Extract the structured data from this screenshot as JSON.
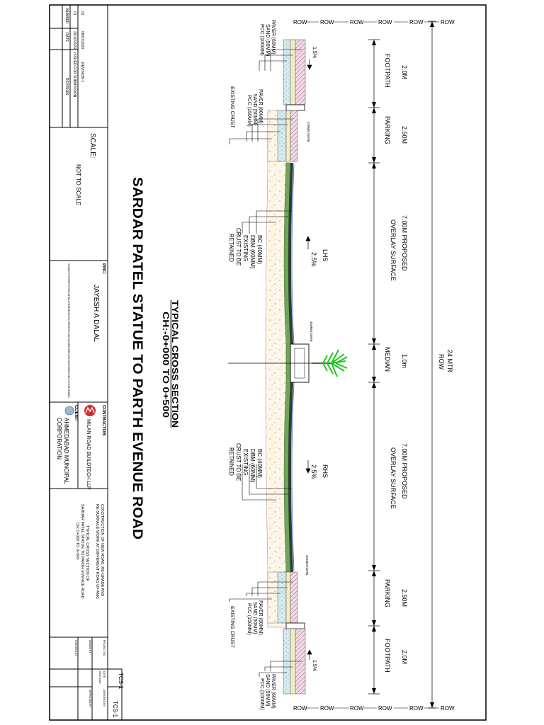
{
  "row_label": "ROW",
  "dimensions": {
    "total": "24 MTR",
    "total_unit": "ROW",
    "footpath_width": "2.0M",
    "footpath_label": "FOOTPATH",
    "parking_width": "2.50M",
    "parking_label": "PARKING",
    "overlay_width": "7.00M PROPOSED",
    "overlay_label": "OVERLAY SURFACE",
    "median_width": "1.0m",
    "median_label": "MEDIAN"
  },
  "slopes": {
    "lhs_label": "LHS",
    "lhs_slope": "2.5%",
    "rhs_label": "RHS",
    "rhs_slope": "2.5%",
    "footpath_slope": "1.5%"
  },
  "layers": {
    "footpath": [
      "PAVER (60MM)",
      "SAND (50MM)",
      "PCC (100MM)"
    ],
    "parking": [
      "PAVER (80MM)",
      "SAND (50MM)",
      "PCC (150MM)",
      "EXISTING CRUST"
    ],
    "carriageway": [
      "BC (40MM)",
      "DBM (60MM)",
      "EXISTING",
      "CRUST TO BE",
      "RETAINED"
    ]
  },
  "kerbs": {
    "side": "375MM KERB",
    "median": "450MM KERB",
    "side_short": "375MM KERB"
  },
  "title": {
    "main": "SARDAR PATEL STATUE TO PARTH EVENUE ROAD",
    "section": "TYPICAL CROSS SECTION",
    "chainage": "CH:-0+000 TO 0+500"
  },
  "title_block": {
    "scale_label": "SCALE:",
    "scale_value": "NOT TO SCALE",
    "pmc_label": "PMC:",
    "pmc_name": "JAYESH A DALAL",
    "contractor_label": "CONTRACTOR:",
    "contractor_name": "MILAN ROAD BUILDTECH LLP",
    "client_label": "CLIENT:",
    "client_name_1": "AHMEDABAD MUNCIPAL",
    "client_name_2": "CORPORATION",
    "project_1": "CONSTRUCTION OF NEW ROAD, RE-GRADE AND",
    "project_2": "RE-SURFACE WORK AT DIFFERENT ROAD OF AMC",
    "drawing_1": "TYPICAL CROSS SECTION OF",
    "drawing_2": "SARDAR PATEL STATUE TO PARTH EVENUE ROAD",
    "drawing_3": "CH: 0+000 TO 0+500",
    "drawing_no": "TCS-1",
    "rev_header_no": "NUMBER",
    "rev_header_date": "DATE",
    "rev_header_rev": "REVISION",
    "rev_rows": [
      {
        "no": "01",
        "date": "29/10/2024",
        "rev": "ISSUED FOR SUBMISSION"
      },
      {
        "no": "02",
        "date": "08/07/2024",
        "rev": "REVISION 1"
      }
    ],
    "small_fields": [
      "PROJECT NO.",
      "DRAWN BY",
      "CHECKED BY",
      "DESIGNED BY",
      "DATE",
      "APPROVED BY"
    ],
    "date_value": "08/07/2024",
    "notes": "THIS DRAWING IS THE PROPERTY OF THE PMC AND SHALL NOT BE REPRODUCED WITHOUT THEIR WRITTEN CONSENT. ALL DIMENSIONS ARE IN METRE UNLESS OTHERWISE NOTED. DO NOT SCALE THE DRAWING."
  }
}
